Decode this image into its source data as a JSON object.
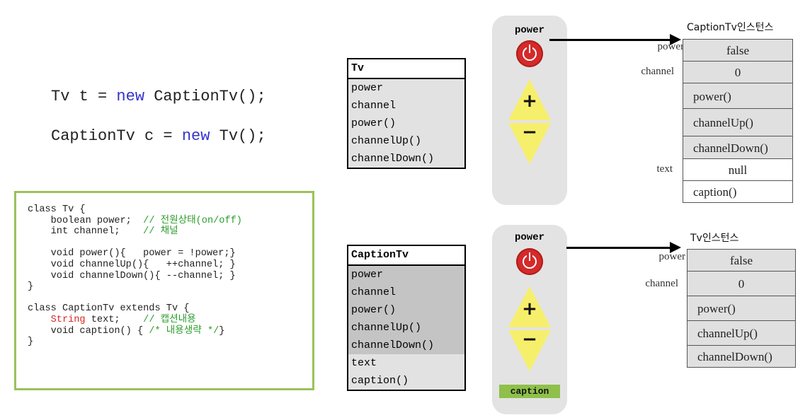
{
  "statements": {
    "line1": {
      "pre": "Tv t = ",
      "kw": "new",
      "post": " CaptionTv();"
    },
    "line2": {
      "pre": "CaptionTv c = ",
      "kw": "new",
      "post": " Tv();"
    }
  },
  "code": {
    "l1": "class Tv {",
    "l2_code": "    boolean power;  ",
    "l2_comment": "// 전원상태(on/off)",
    "l3_code": "    int channel;    ",
    "l3_comment": "// 채널",
    "l4": "",
    "l5": "    void power(){   power = !power;}",
    "l6": "    void channelUp(){   ++channel; }",
    "l7": "    void channelDown(){ --channel; }",
    "l8": "}",
    "l9": "",
    "l10": "class CaptionTv extends Tv {",
    "l11_type": "String",
    "l11_code": " text;    ",
    "l11_comment": "// 캡션내용",
    "l12_code": "    void caption() { ",
    "l12_comment": "/* 내용생략 */",
    "l12_end": "}",
    "l13": "}"
  },
  "tv_class": {
    "name": "Tv",
    "members": [
      "power",
      "channel",
      "power()",
      "channelUp()",
      "channelDown()"
    ]
  },
  "captiontv_class": {
    "name": "CaptionTv",
    "inherited": [
      "power",
      "channel",
      "power()",
      "channelUp()",
      "channelDown()"
    ],
    "own": [
      "text",
      "caption()"
    ]
  },
  "remote1": {
    "title": "power",
    "plus": "+",
    "minus": "−"
  },
  "remote2": {
    "title": "power",
    "plus": "+",
    "minus": "−",
    "caption_button": "caption"
  },
  "instance1": {
    "title": "CaptionTv인스턴스",
    "labels": {
      "power": "power",
      "channel": "channel",
      "text": "text"
    },
    "cells": [
      "false",
      "0",
      "power()",
      "channelUp()",
      "channelDown()",
      "null",
      "caption()"
    ]
  },
  "instance2": {
    "title": "Tv인스턴스",
    "labels": {
      "power": "power",
      "channel": "channel"
    },
    "cells": [
      "false",
      "0",
      "power()",
      "channelUp()",
      "channelDown()"
    ]
  }
}
